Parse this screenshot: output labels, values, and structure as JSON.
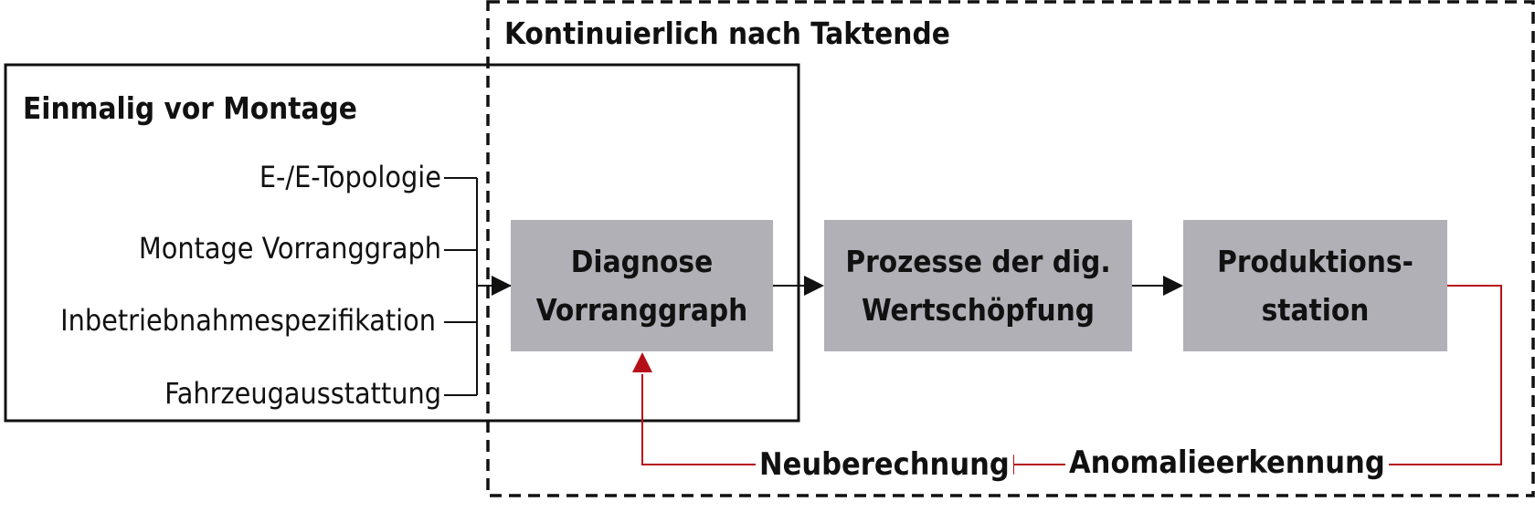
{
  "colors": {
    "feedback": "#b5101a",
    "box_fill": "#b1b0b7",
    "line": "#111111"
  },
  "regions": {
    "continuous": {
      "title": "Kontinuierlich nach Taktende"
    },
    "once": {
      "title": "Einmalig vor Montage"
    }
  },
  "inputs": [
    {
      "label": "E-/E-Topologie"
    },
    {
      "label": "Montage Vorranggraph"
    },
    {
      "label": "Inbetriebnahmespezifikation"
    },
    {
      "label": "Fahrzeugausstattung"
    }
  ],
  "boxes": [
    {
      "line1": "Diagnose",
      "line2": "Vorranggraph"
    },
    {
      "line1": "Prozesse der dig.",
      "line2": "Wertschöpfung"
    },
    {
      "line1": "Produktions-",
      "line2": "station"
    }
  ],
  "feedback": {
    "detection": "Anomalieerkennung",
    "recalculation": "Neuberechnung"
  }
}
